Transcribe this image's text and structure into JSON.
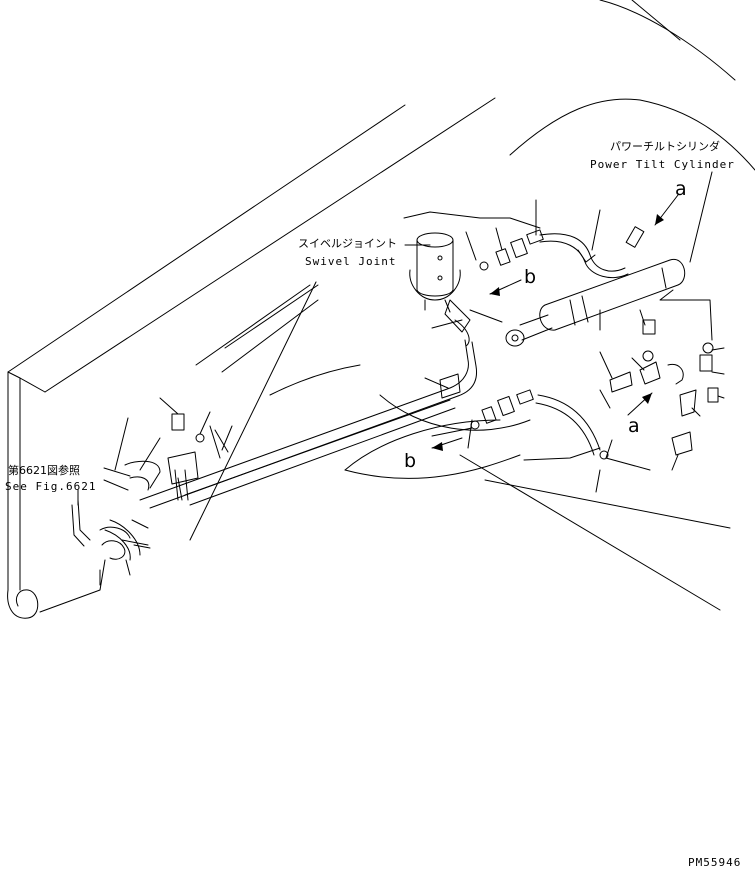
{
  "labels": {
    "power_tilt_cylinder_jp": "パワーチルトシリンダ",
    "power_tilt_cylinder_en": "Power Tilt Cylinder",
    "swivel_joint_jp": "スイベルジョイント",
    "swivel_joint_en": "Swivel Joint",
    "see_fig_jp": "第6621図参照",
    "see_fig_en": "See Fig.6621",
    "ref_a_top": "a",
    "ref_a_bottom": "a",
    "ref_b_top": "b",
    "ref_b_bottom": "b",
    "drawing_number": "PM55946"
  }
}
